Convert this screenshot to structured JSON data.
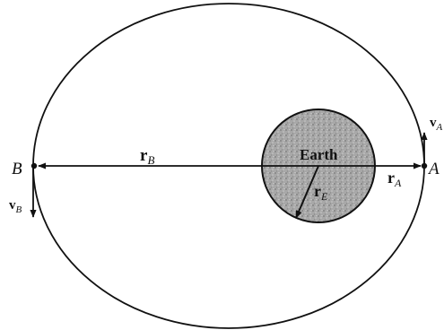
{
  "labels": {
    "point_b": "B",
    "point_a": "A",
    "radius_b": {
      "main": "r",
      "sub": "B"
    },
    "radius_a": {
      "main": "r",
      "sub": "A"
    },
    "radius_earth": {
      "main": "r",
      "sub": "E"
    },
    "velocity_b": {
      "main": "v",
      "sub": "B"
    },
    "velocity_a": {
      "main": "v",
      "sub": "A"
    },
    "earth": "Earth"
  },
  "colors": {
    "stroke": "#111111",
    "earth_fill": "#9a9a9a"
  }
}
